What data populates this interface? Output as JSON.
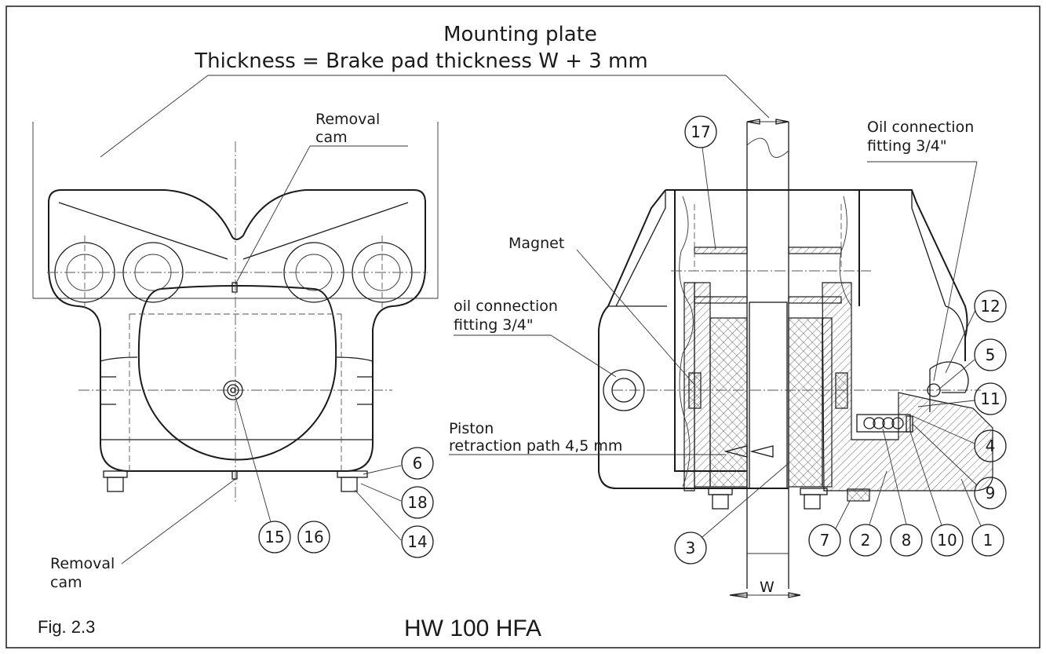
{
  "title": {
    "line1": "Mounting plate",
    "line2": "Thickness = Brake pad thickness W + 3 mm"
  },
  "labels": {
    "removal_cam_top": [
      "Removal",
      "cam"
    ],
    "removal_cam_bottom": [
      "Removal",
      "cam"
    ],
    "magnet": "Magnet",
    "oil_left": [
      "oil connection",
      "fitting 3/4\""
    ],
    "oil_right": [
      "Oil connection",
      "fitting 3/4\""
    ],
    "piston": [
      "Piston",
      "retraction path 4,5 mm"
    ],
    "width_dim": "W"
  },
  "part_numbers": {
    "left_view": [
      "6",
      "18",
      "14",
      "15",
      "16"
    ],
    "right_view": [
      "17",
      "12",
      "5",
      "11",
      "4",
      "9",
      "3",
      "7",
      "2",
      "8",
      "10",
      "1"
    ]
  },
  "figure": "Fig. 2.3",
  "model": "HW 100 HFA"
}
